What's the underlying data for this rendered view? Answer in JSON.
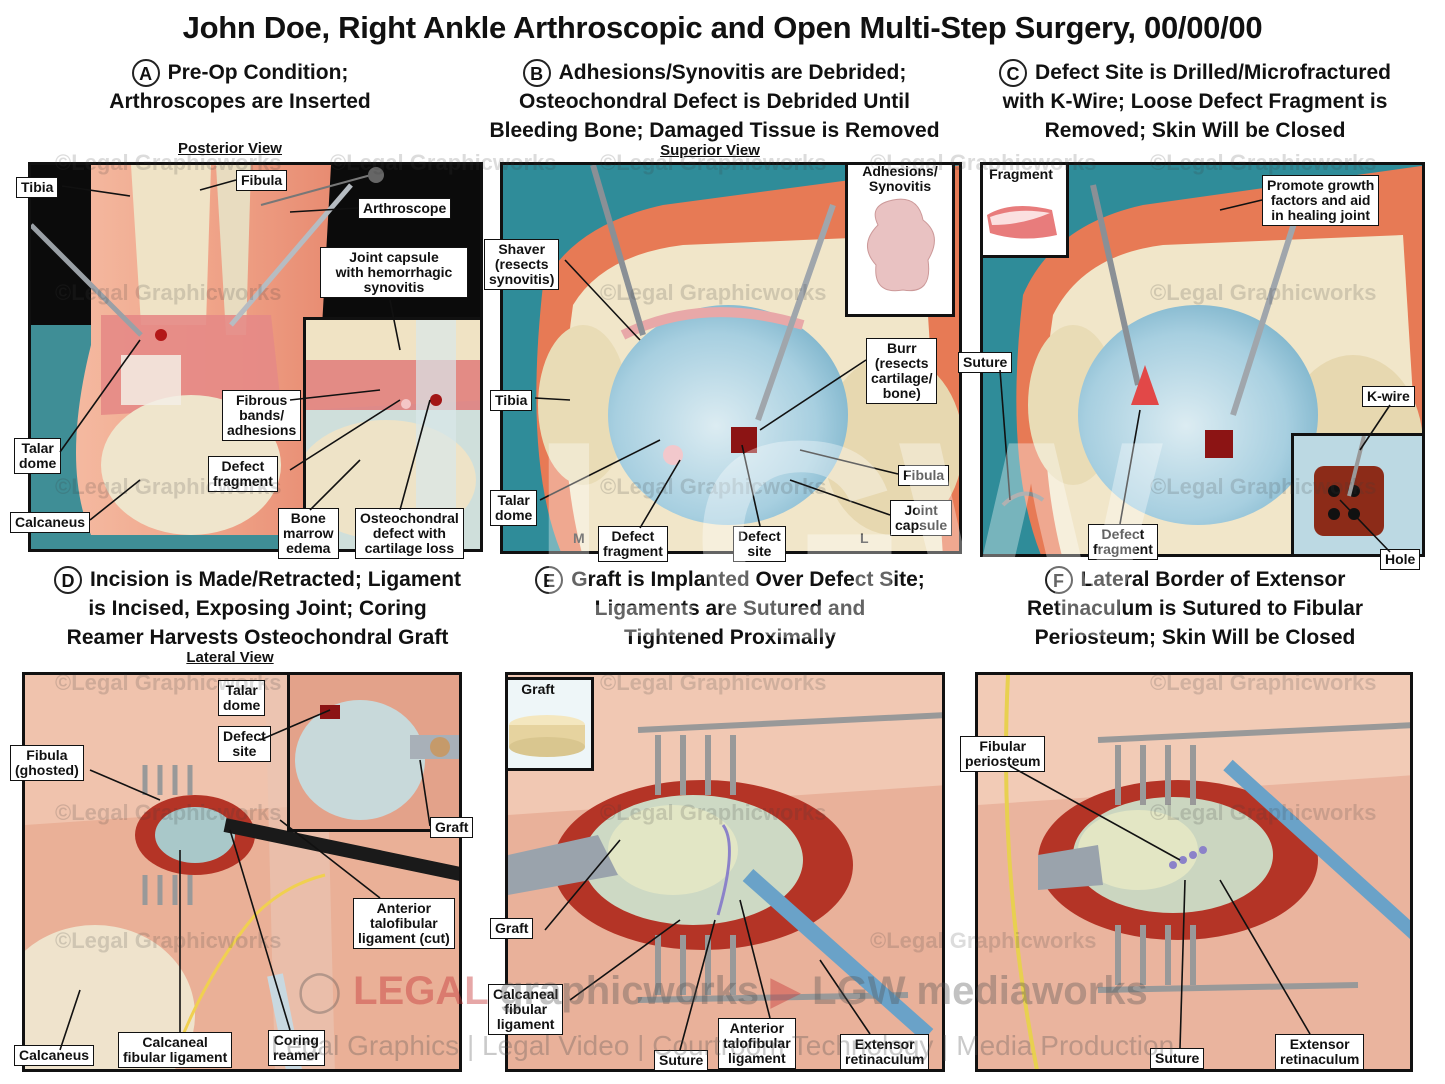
{
  "title": "John Doe, Right Ankle Arthroscopic and Open Multi-Step Surgery, 00/00/00",
  "watermark": "©Legal Graphicworks",
  "footer": {
    "brand_legal": "LEGAL",
    "brand_graphicworks": "graphicworks",
    "brand_media": "LGW mediaworks",
    "tagline": "Legal Graphics | Legal Video | Courtroom Technology | Media Production",
    "monogram": "LGW"
  },
  "panels": {
    "a": {
      "letter": "A",
      "caption": "Pre-Op Condition;\nArthroscopes are Inserted",
      "view": "Posterior View",
      "labels": {
        "tibia": "Tibia",
        "fibula": "Fibula",
        "arthroscope": "Arthroscope",
        "capsule": "Joint capsule\nwith hemorrhagic\nsynovitis",
        "bands": "Fibrous\nbands/\nadhesions",
        "talar": "Talar\ndome",
        "defect": "Defect\nfragment",
        "calcaneus": "Calcaneus",
        "marrow": "Bone\nmarrow\nedema",
        "osteo": "Osteochondral\ndefect with\ncartilage loss"
      }
    },
    "b": {
      "letter": "B",
      "caption": "Adhesions/Synovitis are Debrided;\nOsteochondral Defect is Debrided Until\nBleeding Bone; Damaged Tissue is Removed",
      "view": "Superior View",
      "labels": {
        "adhesions": "Adhesions/\nSynovitis",
        "shaver": "Shaver\n(resects\nsynovitis)",
        "burr": "Burr\n(resects\ncartilage/\nbone)",
        "tibia": "Tibia",
        "fibula": "Fibula",
        "talar": "Talar\ndome",
        "capsule": "Joint\ncapsule",
        "defect_fragment": "Defect\nfragment",
        "defect_site": "Defect\nsite",
        "m": "M",
        "l": "L"
      }
    },
    "c": {
      "letter": "C",
      "caption": "Defect Site is Drilled/Microfractured\nwith K-Wire; Loose Defect Fragment is\nRemoved; Skin Will be Closed",
      "labels": {
        "fragment": "Fragment",
        "promote": "Promote growth\nfactors and aid\nin healing joint",
        "suture": "Suture",
        "kwire": "K-wire",
        "defect_fragment": "Defect\nfragment",
        "hole": "Hole"
      }
    },
    "d": {
      "letter": "D",
      "caption": "Incision is Made/Retracted; Ligament\nis Incised, Exposing Joint; Coring\nReamer Harvests Osteochondral Graft",
      "view": "Lateral View",
      "labels": {
        "talar": "Talar\ndome",
        "defect": "Defect\nsite",
        "fibula": "Fibula\n(ghosted)",
        "graft": "Graft",
        "atfl": "Anterior\ntalofibular\nligament (cut)",
        "calcaneus": "Calcaneus",
        "cfl": "Calcaneal\nfibular ligament",
        "coring": "Coring\nreamer"
      }
    },
    "e": {
      "letter": "E",
      "caption": "Graft is Implanted Over Defect Site;\nLigaments are Sutured and\nTightened Proximally",
      "labels": {
        "graft_top": "Graft",
        "graft": "Graft",
        "cfl": "Calcaneal\nfibular\nligament",
        "suture": "Suture",
        "atfl": "Anterior\ntalofibular\nligament",
        "extensor": "Extensor\nretinaculum"
      }
    },
    "f": {
      "letter": "F",
      "caption": "Lateral Border of Extensor\nRetinaculum is Sutured to Fibular\nPeriosteum; Skin Will be Closed",
      "labels": {
        "periosteum": "Fibular\nperiosteum",
        "suture": "Suture",
        "extensor": "Extensor\nretinaculum"
      }
    }
  }
}
